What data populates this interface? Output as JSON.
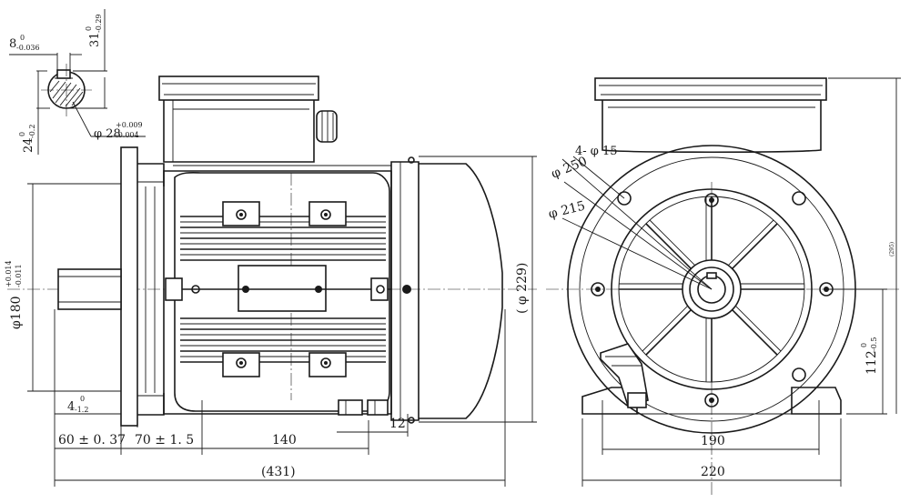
{
  "labels": {
    "key_width": "8",
    "key_width_tol": "0",
    "key_width_tol2": "-0.036",
    "shaft_depth": "31",
    "shaft_depth_tol": "0",
    "shaft_depth_tol2": "-0.29",
    "key_height": "24",
    "key_height_tol": "0",
    "key_height_tol2": "-0.2",
    "shaft_dia": "φ 28",
    "shaft_dia_tol": "+0.009",
    "shaft_dia_tol2": "-0.004",
    "spigot_dia": "φ180",
    "spigot_tol": "+0.014",
    "spigot_tol2": "-0.011",
    "flange_thick": "4",
    "flange_thick_tol": "0",
    "flange_thick_tol2": "-1.2",
    "shaft_len": "60 ± 0. 37",
    "flange_to_foot": "70 ± 1. 5",
    "foot_spacing": "140",
    "foot_thick": "12",
    "overall_len": "(431)",
    "overall_dia": "( φ 229)",
    "holes": "4- φ 15",
    "flange_pcd": "φ 250",
    "spigot_pcd": "φ 215",
    "foot_width": "190",
    "base_width": "220",
    "centre_height": "112",
    "centre_height_tol": "0",
    "centre_height_tol2": "-0.5",
    "overall_height": "(295)"
  }
}
